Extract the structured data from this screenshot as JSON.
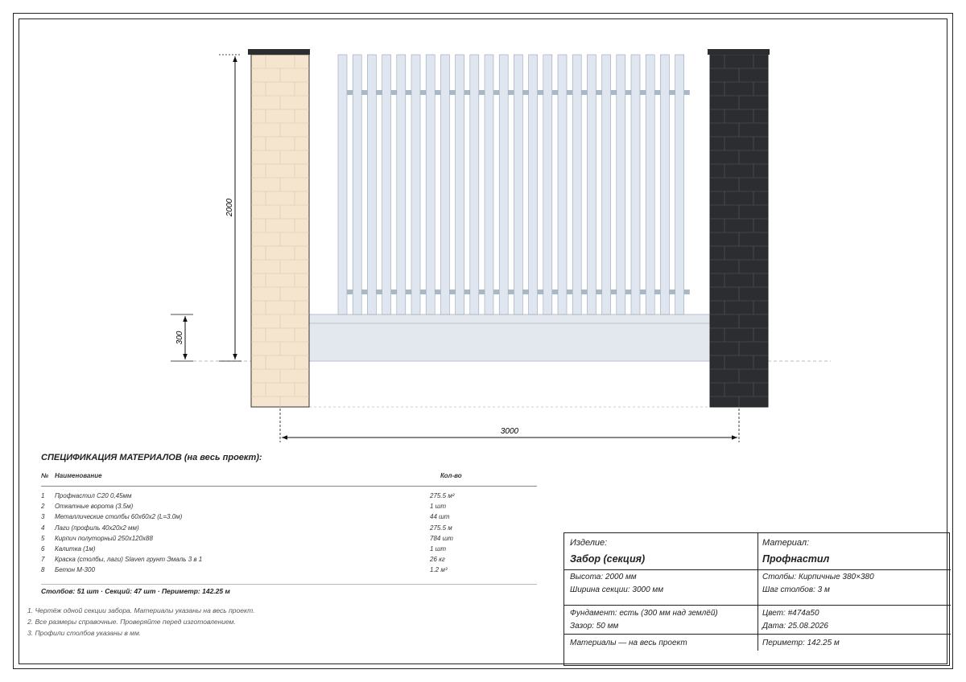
{
  "drawing": {
    "dim_height": "2000",
    "dim_foundation": "300",
    "dim_width": "3000",
    "colors": {
      "left_pillar": "#f5e4ce",
      "right_pillar": "#2b2d31",
      "pickets": "#dfe6ef",
      "foundation": "#e3e8ef",
      "cap": "#2b2d31"
    }
  },
  "spec": {
    "title": "СПЕЦИФИКАЦИЯ МАТЕРИАЛОВ (на весь проект):",
    "headers": {
      "num": "№",
      "name": "Наименование",
      "qty": "Кол-во"
    },
    "rows": [
      {
        "num": "1",
        "name": "Профнастил С20 0,45мм",
        "qty": "275.5 м²"
      },
      {
        "num": "2",
        "name": "Откатные ворота (3.5м)",
        "qty": "1 шт"
      },
      {
        "num": "3",
        "name": "Металлические столбы 60х60х2 (L=3.0м)",
        "qty": "44 шт"
      },
      {
        "num": "4",
        "name": "Лаги (профиль 40х20х2 мм)",
        "qty": "275.5 м"
      },
      {
        "num": "5",
        "name": "Кирпич полуторный 250х120х88",
        "qty": "784 шт"
      },
      {
        "num": "6",
        "name": "Калитка (1м)",
        "qty": "1 шт"
      },
      {
        "num": "7",
        "name": "Краска (столбы, лаги) Slaven грунт Эмаль 3 в 1",
        "qty": "26 кг"
      },
      {
        "num": "8",
        "name": "Бетон М-300",
        "qty": "1.2 м³"
      }
    ],
    "summary": "Столбов: 51 шт · Секций: 47 шт · Периметр: 142.25 м"
  },
  "notes": [
    "1. Чертёж одной секции забора. Материалы указаны на весь проект.",
    "2. Все размеры справочные. Проверяйте перед изготовлением.",
    "3. Профили столбов указаны в мм."
  ],
  "title_block": {
    "product_label": "Изделие:",
    "product_value": "Забор (секция)",
    "material_label": "Материал:",
    "material_value": "Профнастил",
    "height": "Высота: 2000 мм",
    "width": "Ширина секции: 3000 мм",
    "posts": "Столбы: Кирпичные 380×380",
    "post_step": "Шаг столбов: 3 м",
    "foundation": "Фундамент: есть (300 мм над землёй)",
    "gap": "Зазор: 50 мм",
    "color": "Цвет: #474a50",
    "date": "Дата: 25.08.2026",
    "materials_note": "Материалы — на весь проект",
    "perimeter": "Периметр: 142.25 м"
  }
}
